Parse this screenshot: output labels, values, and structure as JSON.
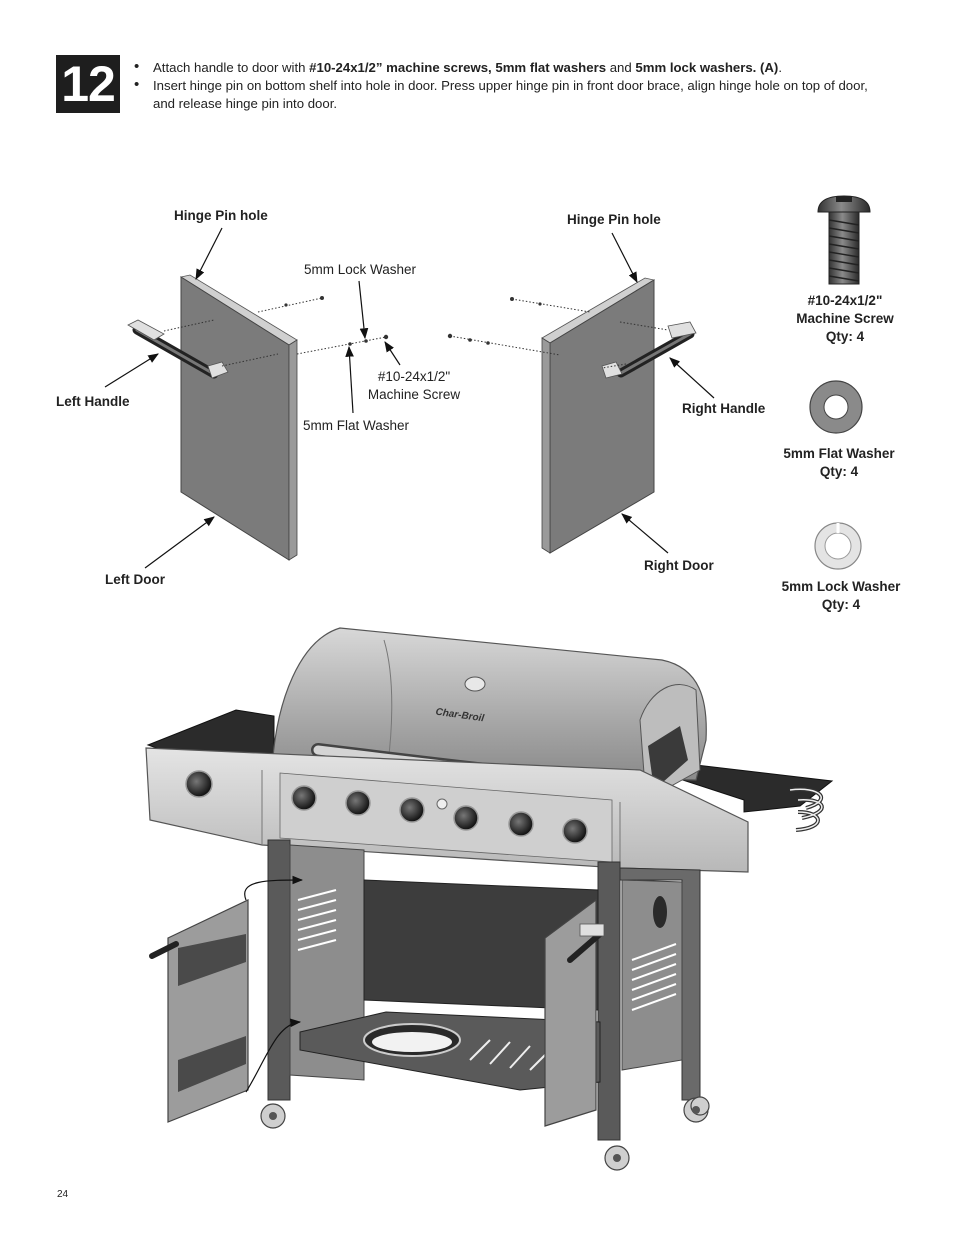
{
  "step": {
    "number": "12"
  },
  "instructions": {
    "line1_a": "Attach handle to door with ",
    "line1_b": "#10-24x1/2” machine screws, 5mm flat washers",
    "line1_c": " and ",
    "line1_d": "5mm lock washers. (A)",
    "line1_e": ".",
    "line2": "Insert hinge pin on bottom shelf into hole in door. Press upper hinge pin in front door brace, align hinge hole on top of door, and release hinge pin into door."
  },
  "labels": {
    "hinge_pin_left": "Hinge Pin hole",
    "hinge_pin_right": "Hinge Pin hole",
    "lock_washer": "5mm Lock Washer",
    "machine_screw_line1": "#10-24x1/2\"",
    "machine_screw_line2": "Machine Screw",
    "flat_washer": "5mm Flat Washer",
    "left_handle": "Left Handle",
    "right_handle": "Right Handle",
    "left_door": "Left Door",
    "right_door": "Right Door"
  },
  "parts": [
    {
      "name_line1": "#10-24x1/2\"",
      "name_line2": "Machine Screw",
      "qty": "Qty: 4",
      "icon": "machine-screw-icon"
    },
    {
      "name_line1": "5mm Flat Washer",
      "qty": "Qty: 4",
      "icon": "flat-washer-icon"
    },
    {
      "name_line1": "5mm Lock Washer",
      "qty": "Qty: 4",
      "icon": "lock-washer-icon"
    }
  ],
  "logo": "Char-Broil",
  "page_number": "24"
}
